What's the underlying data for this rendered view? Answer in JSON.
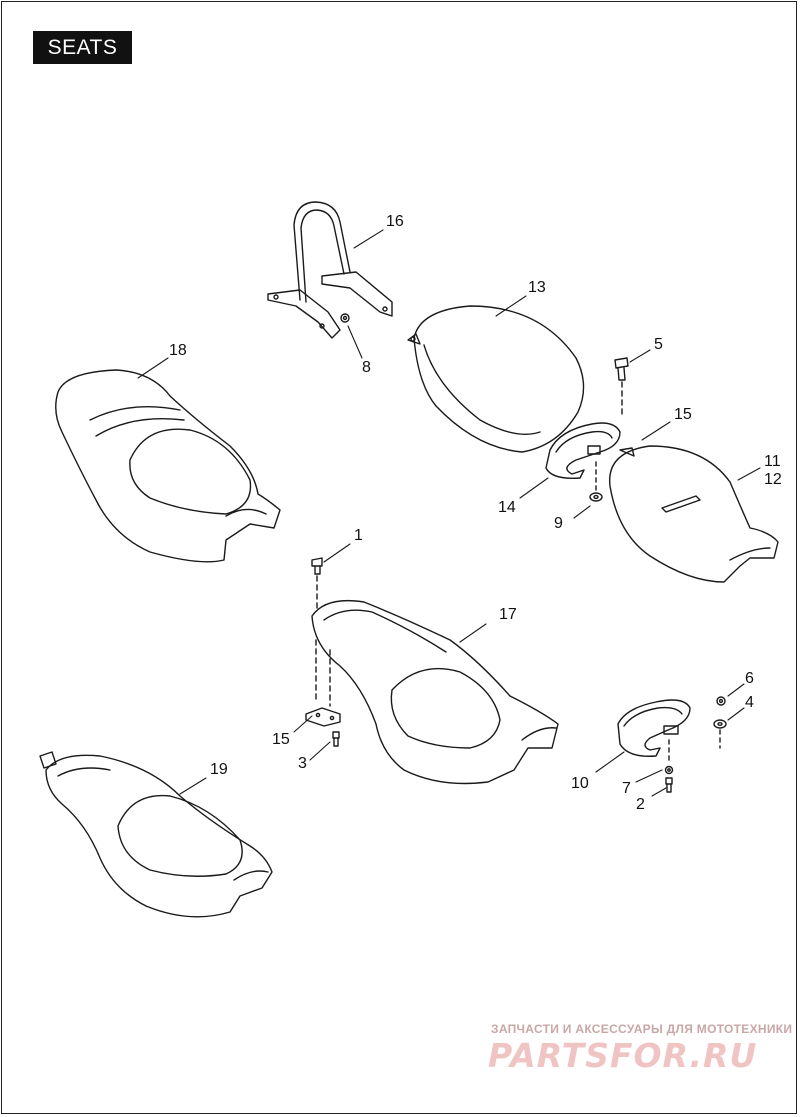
{
  "title": "SEATS",
  "callouts": [
    "16",
    "13",
    "18",
    "8",
    "5",
    "15",
    "11",
    "12",
    "14",
    "9",
    "1",
    "17",
    "15",
    "3",
    "6",
    "4",
    "10",
    "7",
    "2",
    "19"
  ],
  "watermark": {
    "tagline": "ЗАПЧАСТИ И АКСЕССУАРЫ ДЛЯ МОТОТЕХНИКИ",
    "logo": "PARTSFOR.RU"
  },
  "colors": {
    "line": "#1a1a1a",
    "watermark": "#f1c4c4"
  }
}
